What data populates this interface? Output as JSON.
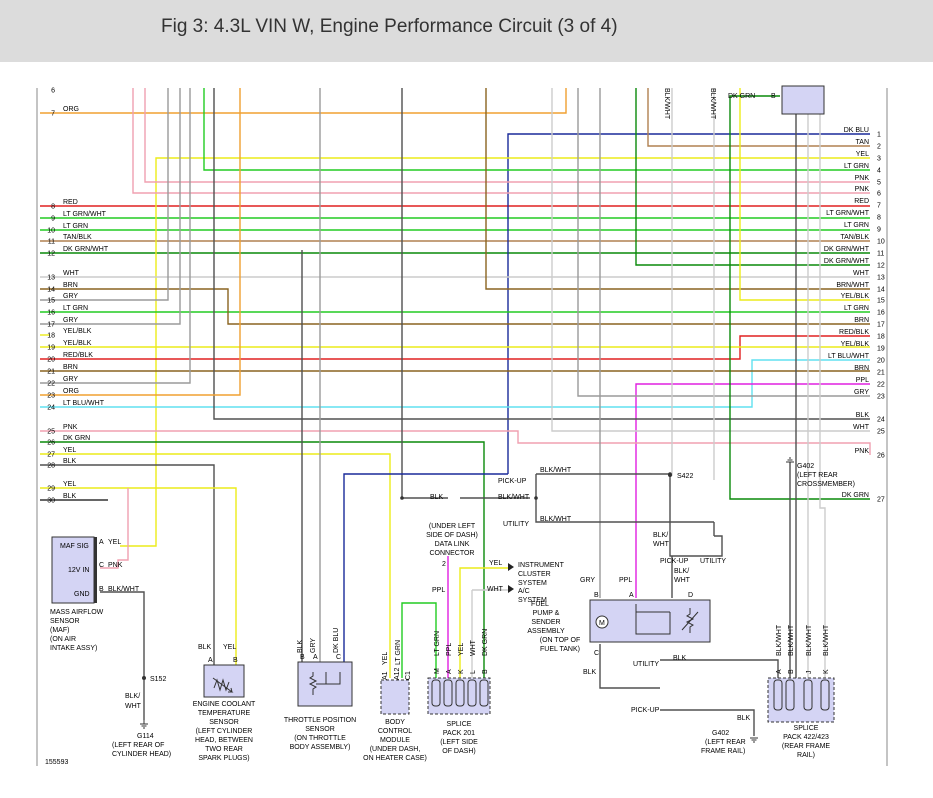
{
  "header": {
    "title": "Fig 3: 4.3L VIN W, Engine Performance Circuit (3 of 4)"
  },
  "colors": {
    "ORG": "#f0a030",
    "RED": "#e02020",
    "LT GRN": "#22cc22",
    "DK GRN": "#0a8a0a",
    "TAN": "#b08050",
    "YEL": "#ecec1a",
    "PNK": "#f0a0b0",
    "WHT": "#cccccc",
    "BRN": "#8a6420",
    "GRY": "#9a9a9a",
    "LT BLU": "#60e0f0",
    "DK BLU": "#1a2a9a",
    "BLK": "#505050",
    "PPL": "#e020e0"
  },
  "left_labels": [
    {
      "n": "6",
      "label": "",
      "c": "WHT"
    },
    {
      "n": "7",
      "label": "ORG",
      "c": "ORG"
    },
    {
      "n": "8",
      "label": "RED",
      "c": "RED"
    },
    {
      "n": "9",
      "label": "LT GRN/WHT",
      "c": "LT GRN"
    },
    {
      "n": "10",
      "label": "LT GRN",
      "c": "LT GRN"
    },
    {
      "n": "11",
      "label": "TAN/BLK",
      "c": "TAN"
    },
    {
      "n": "12",
      "label": "DK GRN/WHT",
      "c": "DK GRN"
    },
    {
      "n": "13",
      "label": "WHT",
      "c": "WHT"
    },
    {
      "n": "14",
      "label": "BRN",
      "c": "BRN"
    },
    {
      "n": "15",
      "label": "GRY",
      "c": "GRY"
    },
    {
      "n": "16",
      "label": "LT GRN",
      "c": "LT GRN"
    },
    {
      "n": "17",
      "label": "GRY",
      "c": "GRY"
    },
    {
      "n": "18",
      "label": "YEL/BLK",
      "c": "YEL"
    },
    {
      "n": "19",
      "label": "YEL/BLK",
      "c": "YEL"
    },
    {
      "n": "20",
      "label": "RED/BLK",
      "c": "RED"
    },
    {
      "n": "21",
      "label": "BRN",
      "c": "BRN"
    },
    {
      "n": "22",
      "label": "GRY",
      "c": "GRY"
    },
    {
      "n": "23",
      "label": "ORG",
      "c": "ORG"
    },
    {
      "n": "24",
      "label": "LT BLU/WHT",
      "c": "LT BLU"
    },
    {
      "n": "25",
      "label": "PNK",
      "c": "PNK"
    },
    {
      "n": "26",
      "label": "DK GRN",
      "c": "DK GRN"
    },
    {
      "n": "27",
      "label": "YEL",
      "c": "YEL"
    },
    {
      "n": "28",
      "label": "BLK",
      "c": "BLK"
    },
    {
      "n": "29",
      "label": "YEL",
      "c": "YEL"
    },
    {
      "n": "30",
      "label": "BLK",
      "c": "BLK"
    }
  ],
  "right_labels": [
    {
      "n": "1",
      "label": "DK BLU",
      "c": "DK BLU"
    },
    {
      "n": "2",
      "label": "TAN",
      "c": "TAN"
    },
    {
      "n": "3",
      "label": "YEL",
      "c": "YEL"
    },
    {
      "n": "4",
      "label": "LT GRN",
      "c": "LT GRN"
    },
    {
      "n": "5",
      "label": "PNK",
      "c": "PNK"
    },
    {
      "n": "6",
      "label": "PNK",
      "c": "PNK"
    },
    {
      "n": "7",
      "label": "RED",
      "c": "RED"
    },
    {
      "n": "8",
      "label": "LT GRN/WHT",
      "c": "LT GRN"
    },
    {
      "n": "9",
      "label": "LT GRN",
      "c": "LT GRN"
    },
    {
      "n": "10",
      "label": "TAN/BLK",
      "c": "TAN"
    },
    {
      "n": "11",
      "label": "DK GRN/WHT",
      "c": "DK GRN"
    },
    {
      "n": "12",
      "label": "DK GRN/WHT",
      "c": "DK GRN"
    },
    {
      "n": "13",
      "label": "WHT",
      "c": "WHT"
    },
    {
      "n": "14",
      "label": "BRN/WHT",
      "c": "BRN"
    },
    {
      "n": "15",
      "label": "YEL/BLK",
      "c": "YEL"
    },
    {
      "n": "16",
      "label": "LT GRN",
      "c": "LT GRN"
    },
    {
      "n": "17",
      "label": "BRN",
      "c": "BRN"
    },
    {
      "n": "18",
      "label": "RED/BLK",
      "c": "RED"
    },
    {
      "n": "19",
      "label": "YEL/BLK",
      "c": "YEL"
    },
    {
      "n": "20",
      "label": "LT BLU/WHT",
      "c": "LT BLU"
    },
    {
      "n": "21",
      "label": "BRN",
      "c": "BRN"
    },
    {
      "n": "22",
      "label": "PPL",
      "c": "PPL"
    },
    {
      "n": "23",
      "label": "GRY",
      "c": "GRY"
    },
    {
      "n": "24",
      "label": "BLK",
      "c": "BLK"
    },
    {
      "n": "25",
      "label": "WHT",
      "c": "WHT"
    },
    {
      "n": "26",
      "label": "PNK",
      "c": "PNK"
    },
    {
      "n": "27",
      "label": "DK GRN",
      "c": "DK GRN"
    }
  ],
  "top_labels": {
    "blk_wht_1": "BLK/WHT",
    "blk_wht_2": "BLK/WHT",
    "dk_grn": "DK GRN",
    "pin_b": "B"
  },
  "maf": {
    "pins": {
      "sig": "MAF SIG",
      "v12": "12V IN",
      "gnd": "GND",
      "a": "A",
      "c": "C",
      "b": "B"
    },
    "wires": {
      "a": "YEL",
      "c": "PNK",
      "b": "BLK/WHT"
    },
    "caption": [
      "MASS AIRFLOW",
      "SENSOR",
      "(MAF)",
      "(ON AIR",
      "INTAKE ASSY)"
    ]
  },
  "ect": {
    "wires": {
      "a": "BLK",
      "b": "YEL"
    },
    "pins": {
      "a": "A",
      "b": "B"
    },
    "caption": [
      "ENGINE COOLANT",
      "TEMPERATURE",
      "SENSOR",
      "(LEFT CYLINDER",
      "HEAD, BETWEEN",
      "TWO REAR",
      "SPARK PLUGS)"
    ]
  },
  "tps": {
    "wires": {
      "b": "BLK",
      "a": "GRY",
      "c": "DK BLU"
    },
    "pins": {
      "b": "B",
      "a": "A",
      "c": "C"
    },
    "caption": [
      "THROTTLE POSITION",
      "SENSOR",
      "(ON THROTTLE",
      "BODY ASSEMBLY)"
    ]
  },
  "bcm": {
    "wires": {
      "a1": "YEL",
      "a12": "LT GRN"
    },
    "pins": {
      "a1": "A1",
      "a12": "A12",
      "c1": "C1"
    },
    "caption": [
      "BODY",
      "CONTROL",
      "MODULE",
      "(UNDER DASH,",
      "ON HEATER CASE)"
    ]
  },
  "sp201": {
    "wires": [
      "LT GRN",
      "PPL",
      "YEL",
      "WHT",
      "DK GRN"
    ],
    "pins": [
      "M",
      "A",
      "K",
      "L",
      "B"
    ],
    "caption": [
      "SPLICE",
      "PACK 201",
      "(LEFT SIDE",
      "OF DASH)"
    ]
  },
  "dlc": {
    "caption": [
      "(UNDER LEFT",
      "SIDE OF DASH)",
      "DATA LINK",
      "CONNECTOR"
    ],
    "pin": "2",
    "wire": "PPL"
  },
  "outputs": {
    "inst": [
      "INSTRUMENT",
      "CLUSTER",
      "SYSTEM"
    ],
    "ac": [
      "A/C",
      "SYSTEM"
    ],
    "yel": "YEL",
    "wht": "WHT"
  },
  "fuel": {
    "caption": [
      "FUEL",
      "PUMP &",
      "SENDER",
      "ASSEMBLY",
      "(ON TOP OF",
      "FUEL TANK)"
    ],
    "wires": {
      "gry": "GRY",
      "ppl": "PPL",
      "blk_wht": "BLK/ WHT",
      "blk": "BLK"
    },
    "pins": {
      "b": "B",
      "a": "A",
      "d": "D",
      "c": "C"
    },
    "motor": "M"
  },
  "pickup_utility": {
    "pickup": "PICK-UP",
    "utility": "UTILITY",
    "blk_wht": "BLK/WHT",
    "blk": "BLK",
    "s422": "S422",
    "blk_wht_fuel": "BLK/ WHT",
    "pickup2": "PICK-UP",
    "utility2": "UTILITY",
    "utility3": "UTILITY",
    "blk3": "BLK",
    "pickup3": "PICK-UP",
    "blk4": "BLK"
  },
  "g402_top": {
    "label": "G402",
    "caption": [
      "(LEFT REAR",
      "CROSSMEMBER)"
    ]
  },
  "g402_bot": {
    "label": "G402",
    "caption": [
      "(LEFT REAR",
      "FRAME RAIL)"
    ]
  },
  "sp422": {
    "wires": [
      "BLK/WHT",
      "BLK/WHT",
      "BLK/WHT",
      "BLK/WHT"
    ],
    "pins": [
      "A",
      "B",
      "J",
      "K"
    ],
    "caption": [
      "SPLICE",
      "PACK 422/423",
      "(REAR FRAME",
      "RAIL)"
    ]
  },
  "s152": {
    "label": "S152",
    "wire": "BLK/ WHT"
  },
  "g114": {
    "label": "G114",
    "caption": [
      "(LEFT REAR OF",
      "CYLINDER HEAD)"
    ]
  },
  "figure_id": "155593"
}
